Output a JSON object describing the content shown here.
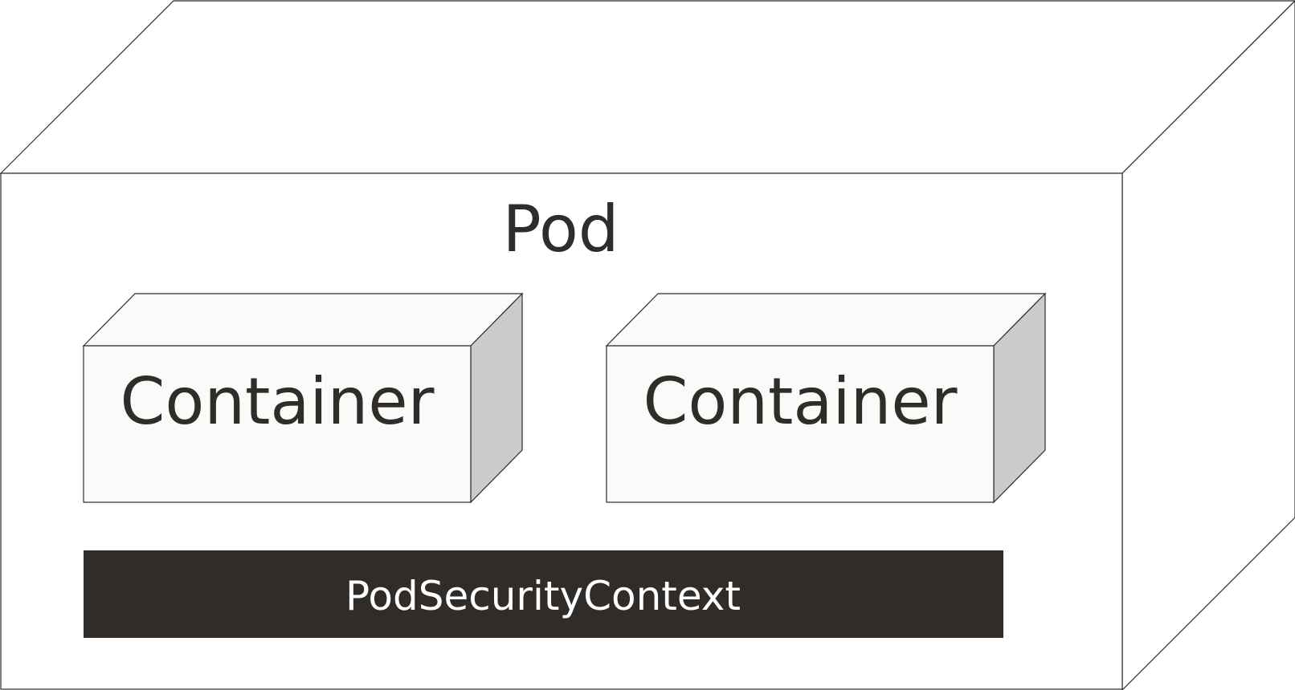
{
  "pod": {
    "title": "Pod"
  },
  "containers": [
    {
      "label": "Container"
    },
    {
      "label": "Container"
    }
  ],
  "security_context": {
    "label": "PodSecurityContext"
  },
  "colors": {
    "stroke": "#2f2c2a",
    "pod_face": "#ffffff",
    "container_front": "#fafaf9",
    "container_side": "#cbcbcb",
    "bar_fill": "#302c2a",
    "bar_text": "#ffffff"
  }
}
